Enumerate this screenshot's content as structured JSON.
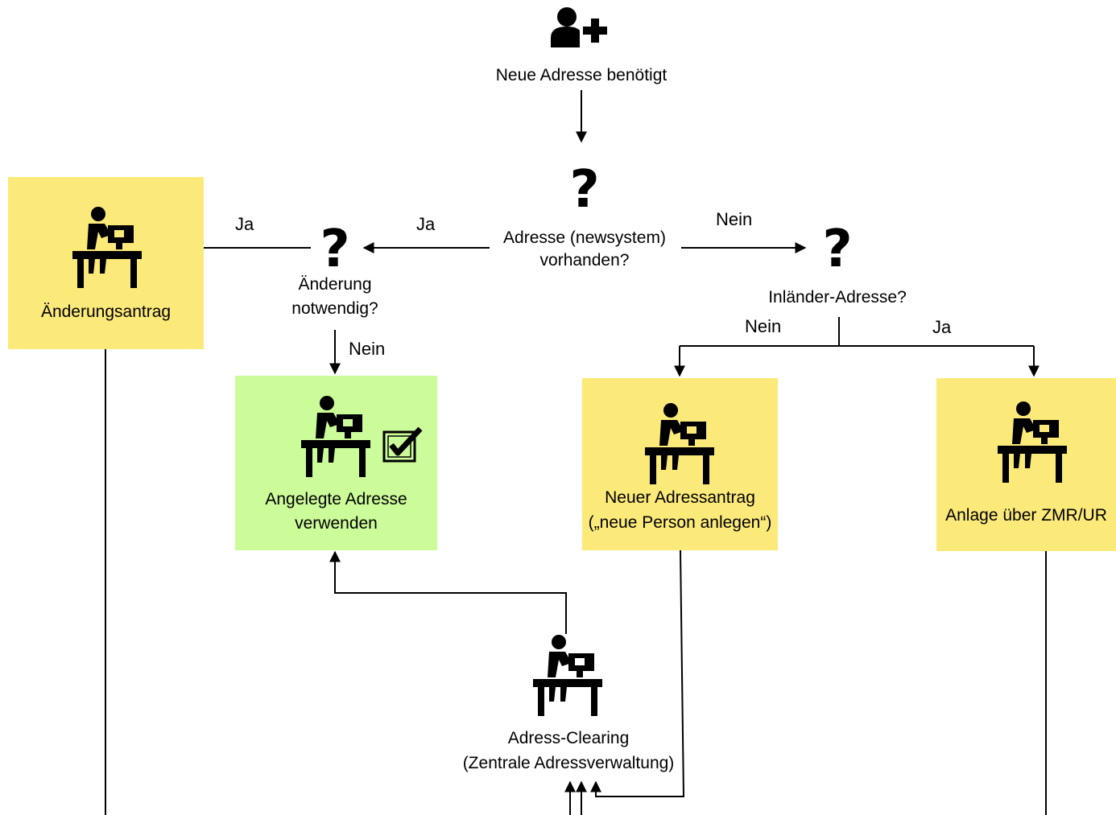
{
  "colors": {
    "yellow_box": "#fbe97a",
    "green_box": "#ccfb9a",
    "line": "#000000"
  },
  "icons": {
    "start": "user-add-icon",
    "decision": "question-icon",
    "worker": "desk-worker-icon",
    "checkbox": "checkbox-checked-icon"
  },
  "start": {
    "label": "Neue Adresse benötigt"
  },
  "decisions": {
    "address_exists": {
      "line1": "Adresse (newsystem)",
      "line2": "vorhanden?"
    },
    "change_needed": {
      "line1": "Änderung",
      "line2": "notwendig?"
    },
    "domestic": {
      "line1": "Inländer-Adresse?"
    }
  },
  "processes": {
    "change_request": {
      "line1": "Änderungsantrag"
    },
    "use_existing": {
      "line1": "Angelegte Adresse",
      "line2": "verwenden"
    },
    "new_request": {
      "line1": "Neuer Adressantrag",
      "line2": "(„neue Person anlegen“)"
    },
    "zmr": {
      "line1": "Anlage über ZMR/UR"
    },
    "clearing": {
      "line1": "Adress-Clearing",
      "line2": "(Zentrale Adressverwaltung)"
    }
  },
  "edges": {
    "ja_left_outer": "Ja",
    "ja_left_inner": "Ja",
    "nein_right": "Nein",
    "nein_down": "Nein",
    "nein_branch": "Nein",
    "ja_branch": "Ja"
  }
}
